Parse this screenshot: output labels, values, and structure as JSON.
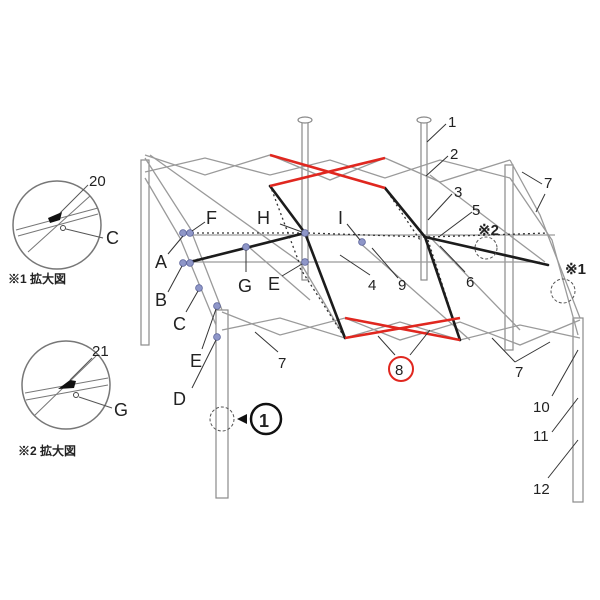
{
  "colors": {
    "frame": "#9a9a9a",
    "frame_dark": "#555555",
    "black_bar": "#1c1c1c",
    "red_bar": "#e0271f",
    "joint": "#8e96c8",
    "text": "#222222"
  },
  "letters": {
    "A": "A",
    "B": "B",
    "C": "C",
    "D": "D",
    "E": "E",
    "F": "F",
    "G": "G",
    "H": "H",
    "I": "I"
  },
  "numbers": {
    "n1": "1",
    "n2": "2",
    "n3": "3",
    "n4": "4",
    "n5": "5",
    "n6": "6",
    "n7": "7",
    "n8": "8",
    "n9": "9",
    "n10": "10",
    "n11": "11",
    "n12": "12",
    "n20": "20",
    "n21": "21"
  },
  "circled_one": "1",
  "callouts": {
    "note1_mark": "※1",
    "note2_mark": "※2",
    "inset1_caption": "※1 拡大図",
    "inset2_caption": "※2 拡大図",
    "inset1_letter": "C",
    "inset2_letter": "G"
  }
}
